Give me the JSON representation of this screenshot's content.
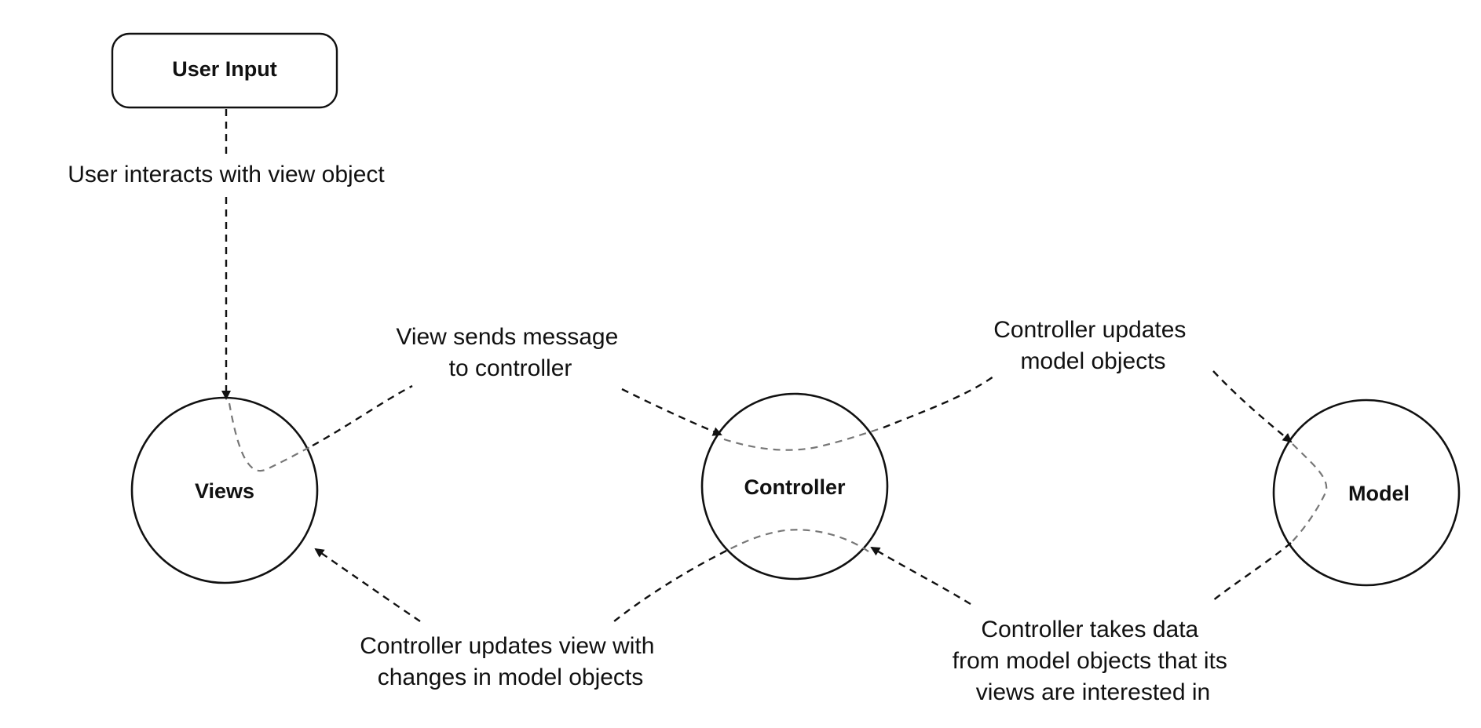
{
  "colors": {
    "stroke": "#111111",
    "inner_stroke": "#777777",
    "background": "#ffffff"
  },
  "nodes": {
    "user_input": "User Input",
    "views": "Views",
    "controller": "Controller",
    "model": "Model"
  },
  "edges": {
    "user_to_views": [
      "User interacts with view object"
    ],
    "views_to_controller": [
      "View sends message",
      "to controller"
    ],
    "controller_to_model": [
      "Controller updates",
      "model objects"
    ],
    "model_to_controller": [
      "Controller takes data",
      "from model objects that its",
      "views are interested in"
    ],
    "controller_to_views": [
      "Controller updates view with",
      "changes in model objects"
    ]
  }
}
